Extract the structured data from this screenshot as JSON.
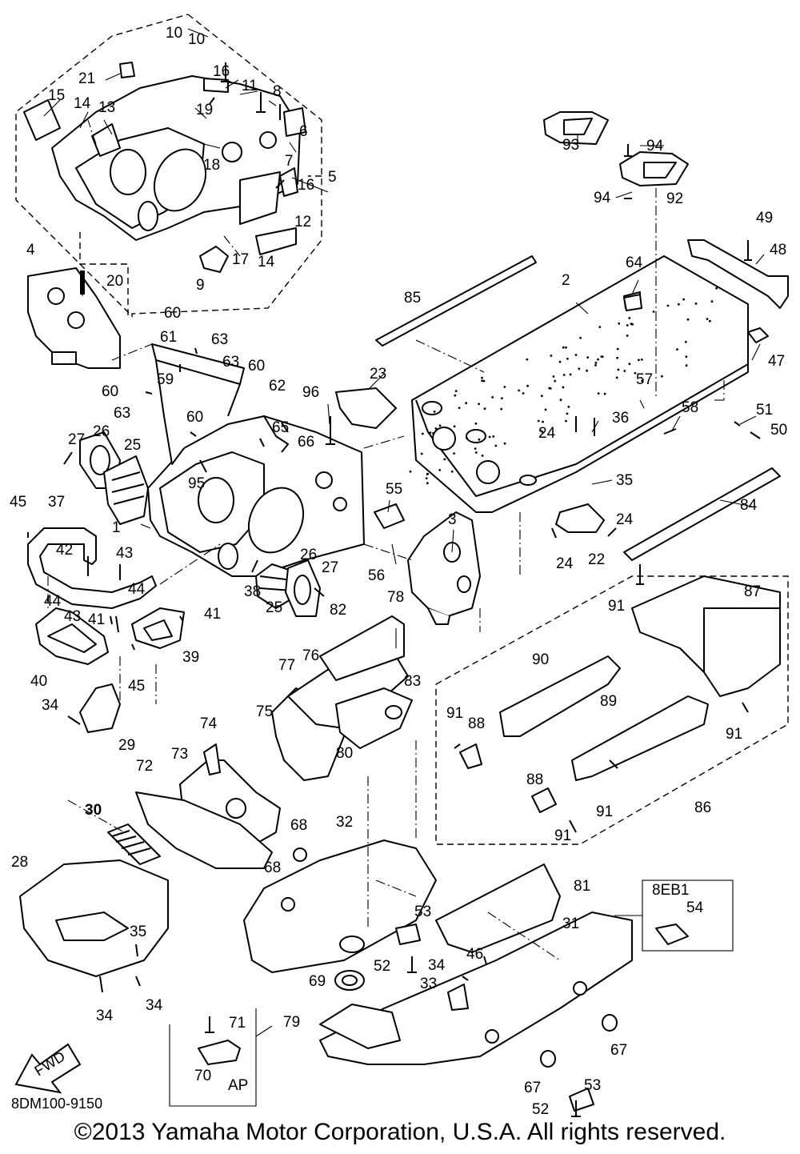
{
  "copyright": "©2013 Yamaha Motor Corporation, U.S.A. All rights reserved.",
  "diagram_code": "8DM100-9150",
  "fwd_label": "FWD",
  "ap_label": "AP",
  "variant_label": "8EB1",
  "callouts": {
    "c1": "1",
    "c2": "2",
    "c3": "3",
    "c4": "4",
    "c5": "5",
    "c6": "6",
    "c7": "7",
    "c8": "8",
    "c9": "9",
    "c10a": "10",
    "c10b": "10",
    "c11": "11",
    "c12": "12",
    "c13": "13",
    "c14a": "14",
    "c14b": "14",
    "c15": "15",
    "c16a": "16",
    "c16b": "16",
    "c17": "17",
    "c18": "18",
    "c19": "19",
    "c20": "20",
    "c21": "21",
    "c22": "22",
    "c23": "23",
    "c24a": "24",
    "c24b": "24",
    "c24c": "24",
    "c25a": "25",
    "c25b": "25",
    "c26a": "26",
    "c26b": "26",
    "c27a": "27",
    "c27b": "27",
    "c28": "28",
    "c29": "29",
    "c30": "30",
    "c31": "31",
    "c32": "32",
    "c33": "33",
    "c34a": "34",
    "c34b": "34",
    "c34c": "34",
    "c34d": "34",
    "c35a": "35",
    "c35b": "35",
    "c36": "36",
    "c37": "37",
    "c38": "38",
    "c39": "39",
    "c40": "40",
    "c41a": "41",
    "c41b": "41",
    "c42": "42",
    "c43a": "43",
    "c43b": "43",
    "c44a": "44",
    "c44b": "44",
    "c45a": "45",
    "c45b": "45",
    "c46": "46",
    "c47": "47",
    "c48": "48",
    "c49": "49",
    "c50": "50",
    "c51": "51",
    "c52a": "52",
    "c52b": "52",
    "c53a": "53",
    "c53b": "53",
    "c54": "54",
    "c55": "55",
    "c56": "56",
    "c57": "57",
    "c58": "58",
    "c59": "59",
    "c60a": "60",
    "c60b": "60",
    "c60c": "60",
    "c60d": "60",
    "c61": "61",
    "c62": "62",
    "c63a": "63",
    "c63b": "63",
    "c63c": "63",
    "c64": "64",
    "c65": "65",
    "c66": "66",
    "c67a": "67",
    "c67b": "67",
    "c68a": "68",
    "c68b": "68",
    "c69": "69",
    "c70": "70",
    "c71": "71",
    "c72": "72",
    "c73": "73",
    "c74": "74",
    "c75": "75",
    "c76": "76",
    "c77": "77",
    "c78": "78",
    "c79": "79",
    "c80": "80",
    "c81": "81",
    "c82": "82",
    "c83": "83",
    "c84": "84",
    "c85": "85",
    "c86": "86",
    "c87": "87",
    "c88a": "88",
    "c88b": "88",
    "c89": "89",
    "c90": "90",
    "c91a": "91",
    "c91b": "91",
    "c91c": "91",
    "c91d": "91",
    "c91e": "91",
    "c92": "92",
    "c93": "93",
    "c94a": "94",
    "c94b": "94",
    "c95": "95",
    "c96": "96"
  }
}
